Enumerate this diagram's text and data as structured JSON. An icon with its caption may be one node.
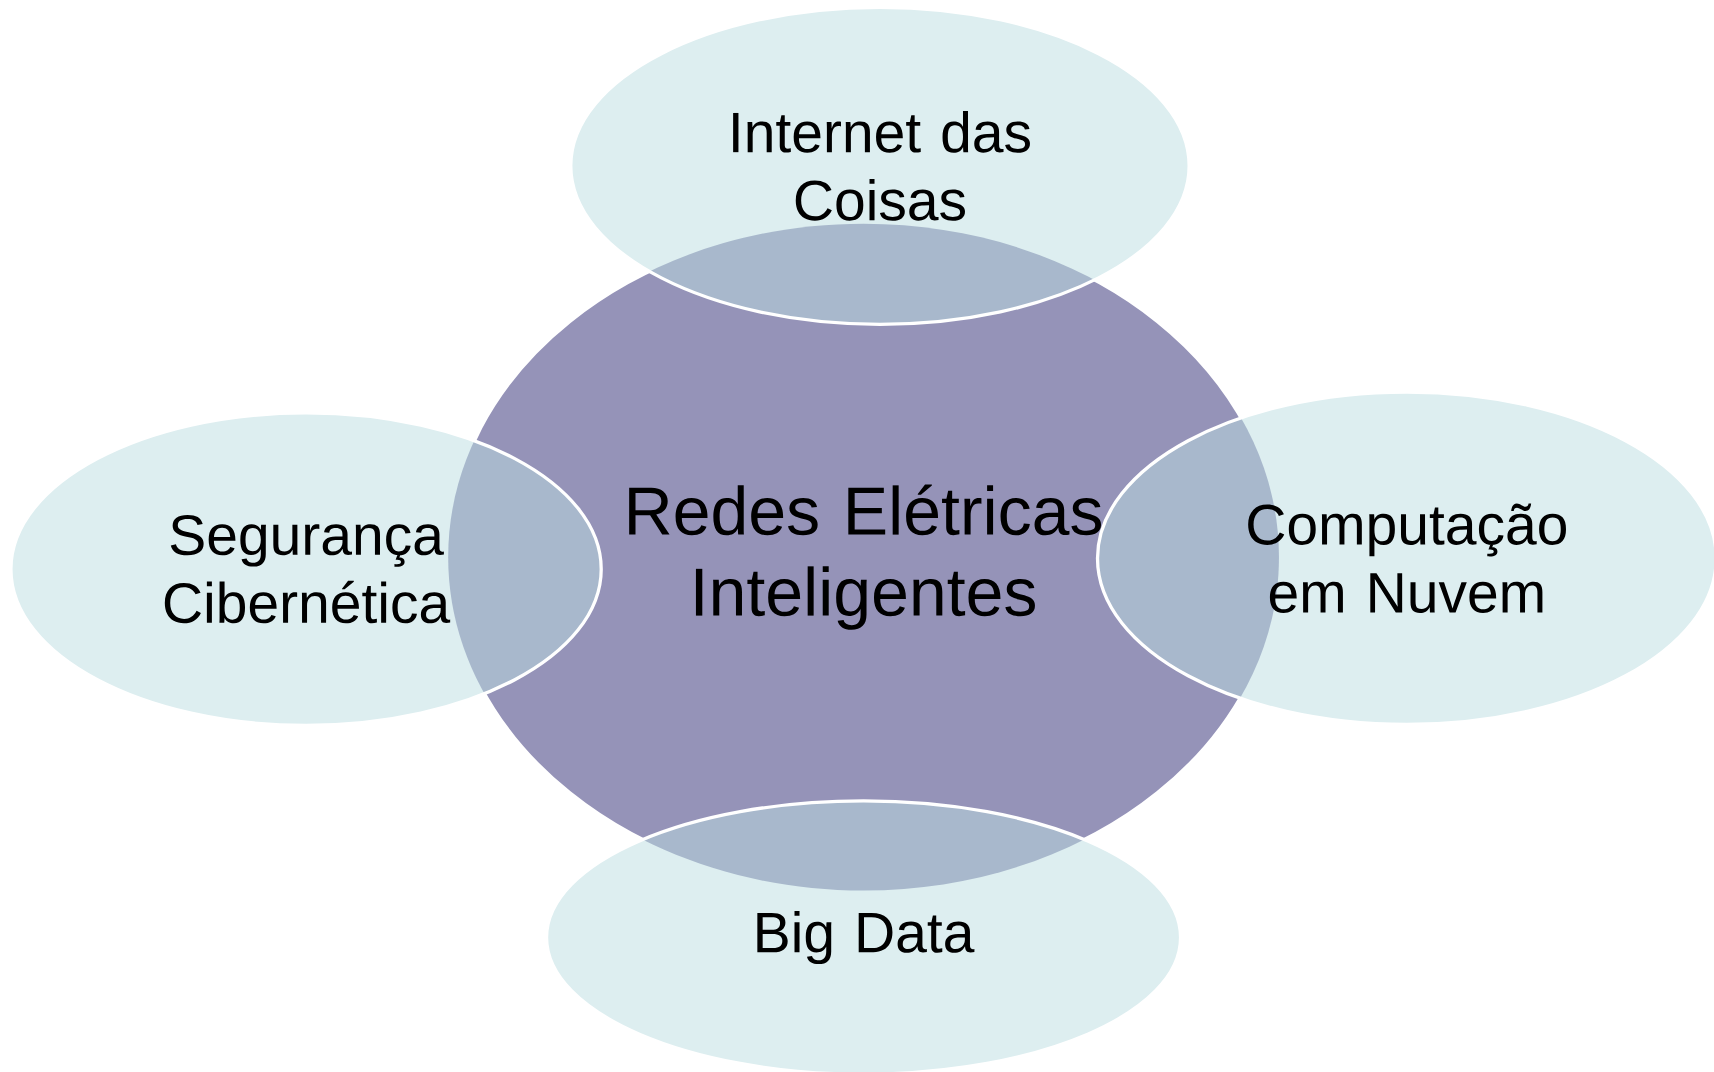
{
  "diagram": {
    "nodes": [
      {
        "text": [
          "Internet das Coisas"
        ]
      },
      {
        "text": [
          "Segurança Cibernética"
        ]
      },
      {
        "text": [
          "Redes Elétricas Inteligentes"
        ]
      },
      {
        "text": [
          "Computação em Nuvem"
        ]
      },
      {
        "text": [
          "Big Data"
        ]
      }
    ]
  }
}
